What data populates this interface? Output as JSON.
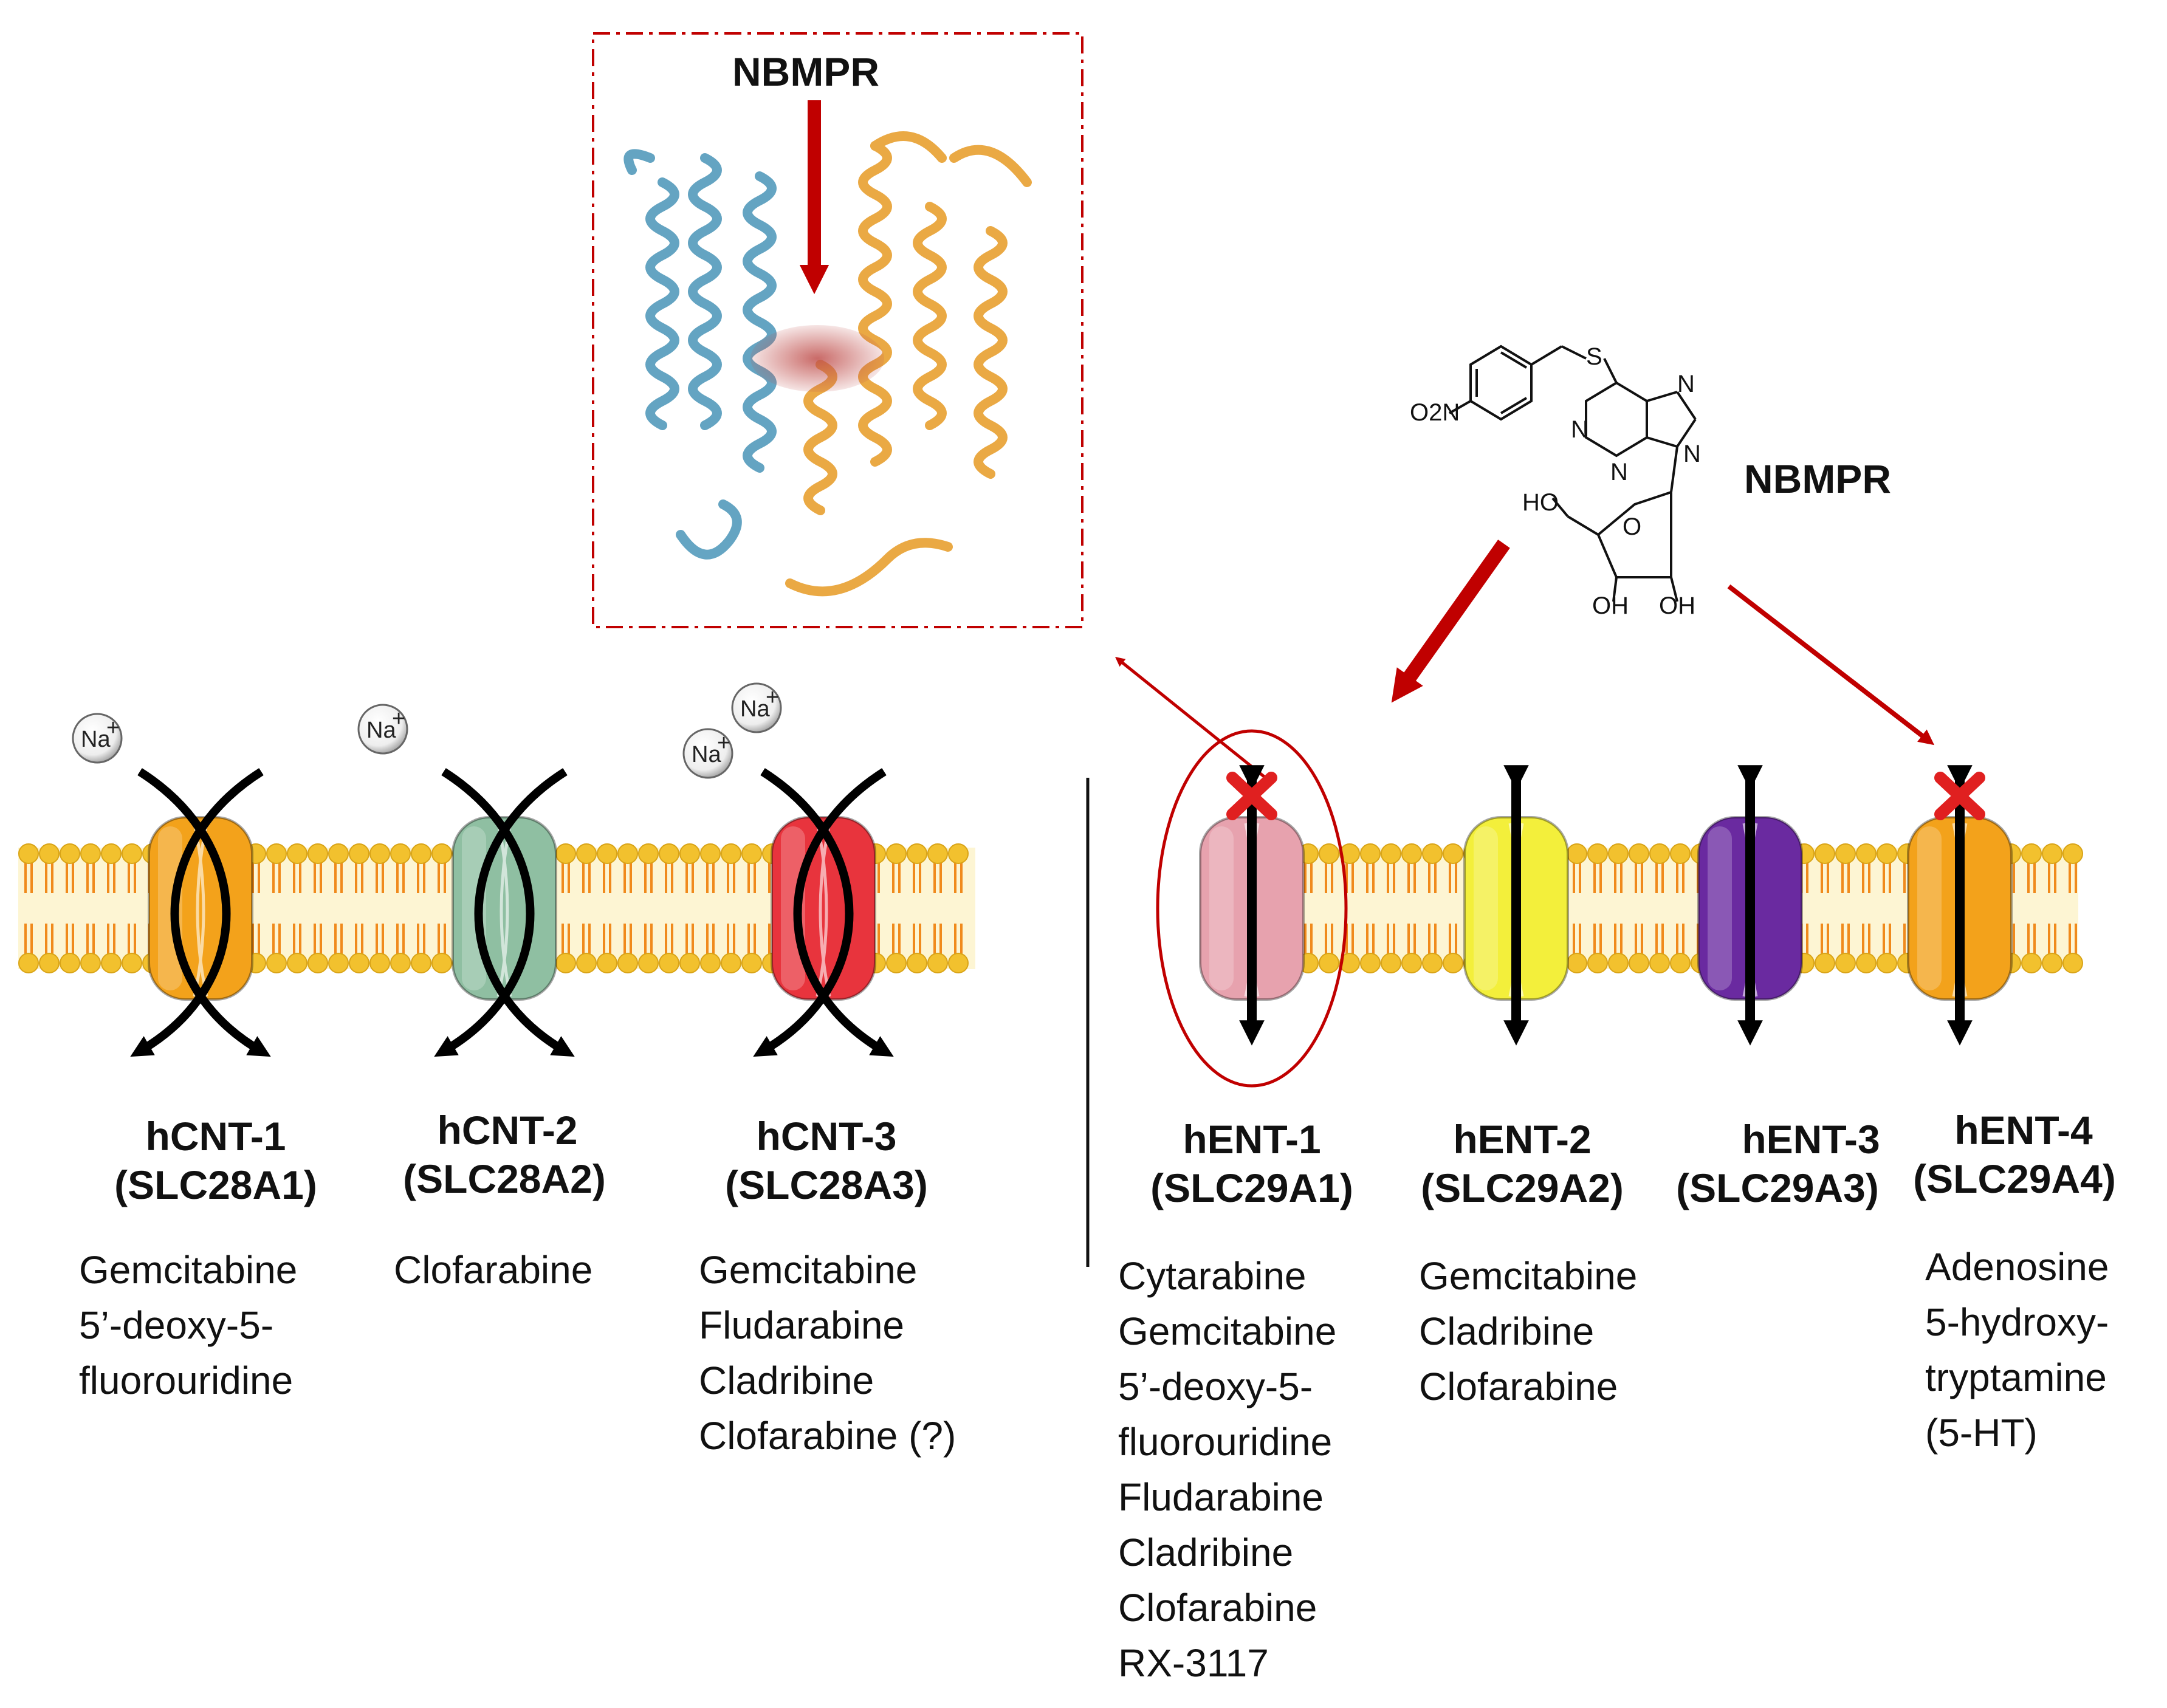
{
  "inset": {
    "label": "NBMPR"
  },
  "chemical": {
    "name": "NBMPR",
    "groups": {
      "nitro": "O2N",
      "sulfur": "S",
      "hydroxyl_5": "HO",
      "oxygen_ring": "O",
      "hydroxyl_2": "OH",
      "hydroxyl_3": "OH",
      "n": "N"
    }
  },
  "ion": {
    "label": "Na",
    "charge": "+"
  },
  "cnt": [
    {
      "name": "hCNT-1",
      "gene": "(SLC28A1)",
      "color": "#f3a21b",
      "ions": 1,
      "drugs": [
        "Gemcitabine",
        "5’-deoxy-5-",
        "fluorouridine"
      ]
    },
    {
      "name": "hCNT-2",
      "gene": "(SLC28A2)",
      "color": "#8fbfa2",
      "ions": 1,
      "drugs": [
        "Clofarabine"
      ]
    },
    {
      "name": "hCNT-3",
      "gene": "(SLC28A3)",
      "color": "#e8343d",
      "ions": 2,
      "drugs": [
        "Gemcitabine",
        "Fludarabine",
        "Cladribine",
        "Clofarabine (?)"
      ]
    }
  ],
  "ent": [
    {
      "name": "hENT-1",
      "gene": "(SLC29A1)",
      "color": "#e7a2ae",
      "blocked": true,
      "drugs": [
        "Cytarabine",
        "Gemcitabine",
        "5’-deoxy-5-",
        "fluorouridine",
        "Fludarabine",
        "Cladribine",
        "Clofarabine",
        "RX-3117"
      ]
    },
    {
      "name": "hENT-2",
      "gene": "(SLC29A2)",
      "color": "#f3ef3b",
      "blocked": false,
      "drugs": [
        "Gemcitabine",
        "Cladribine",
        "Clofarabine"
      ]
    },
    {
      "name": "hENT-3",
      "gene": "(SLC29A3)",
      "color": "#6a2aa0",
      "blocked": false,
      "drugs": []
    },
    {
      "name": "hENT-4",
      "gene": "(SLC29A4)",
      "color": "#f3a21b",
      "blocked": true,
      "drugs": [
        "Adenosine",
        "5-hydroxy-",
        "tryptamine",
        "(5-HT)"
      ]
    }
  ],
  "colors": {
    "inhibition_arrow": "#c00000",
    "membrane_head": "#f2c12e",
    "membrane_tail": "#f08a1c",
    "helix_blue": "#4a95b8",
    "helix_orange": "#e8a030"
  }
}
